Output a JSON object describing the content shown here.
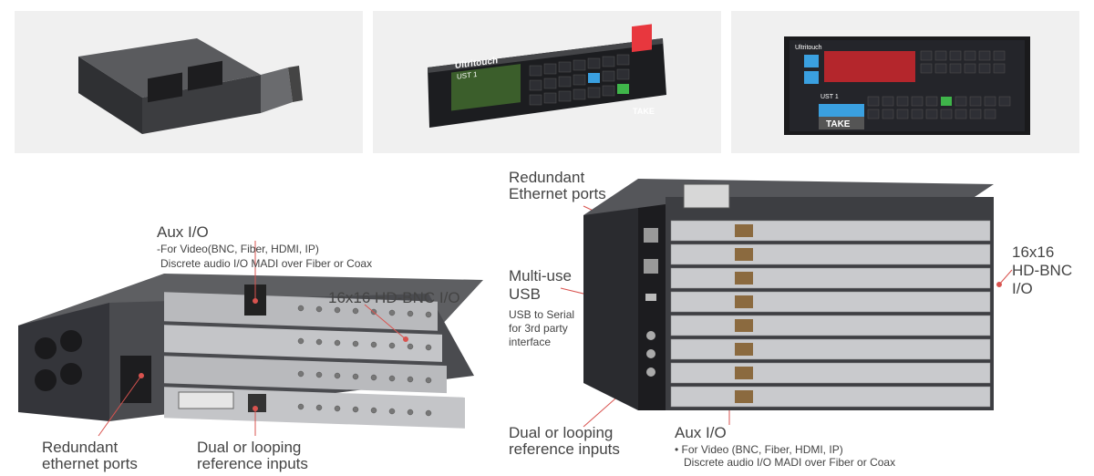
{
  "thumb2": {
    "brand": "Ultritouch",
    "panel": "UST 1",
    "take": "TAKE"
  },
  "thumb3": {
    "brand": "Ultritouch",
    "panel": "UST 1",
    "take": "TAKE"
  },
  "left": {
    "aux_title": "Aux I/O",
    "aux_line1": "-For Video(BNC, Fiber, HDMI, IP)",
    "aux_line2": "Discrete audio I/O MADI over Fiber or Coax",
    "hdbnc": "16x16 HD-BNC I/O",
    "eth_line1": "Redundant",
    "eth_line2": "ethernet ports",
    "ref_line1": "Dual or looping",
    "ref_line2": "reference inputs"
  },
  "right": {
    "eth_line1": "Redundant",
    "eth_line2": "Ethernet ports",
    "usb_line1": "Multi-use",
    "usb_line2": "USB",
    "usb_sub1": "USB to Serial",
    "usb_sub2": "for 3rd party",
    "usb_sub3": "interface",
    "hdbnc_line1": "16x16",
    "hdbnc_line2": "HD-BNC",
    "hdbnc_line3": "I/O",
    "ref_line1": "Dual or looping",
    "ref_line2": "reference inputs",
    "aux_title": "Aux I/O",
    "aux_line1": "• For Video (BNC, Fiber, HDMI, IP)",
    "aux_line2": "Discrete audio I/O MADI over Fiber or Coax"
  },
  "colors": {
    "leader": "#d9534f",
    "thumb_bg": "#f0f0f0",
    "take": "#e8373e"
  }
}
